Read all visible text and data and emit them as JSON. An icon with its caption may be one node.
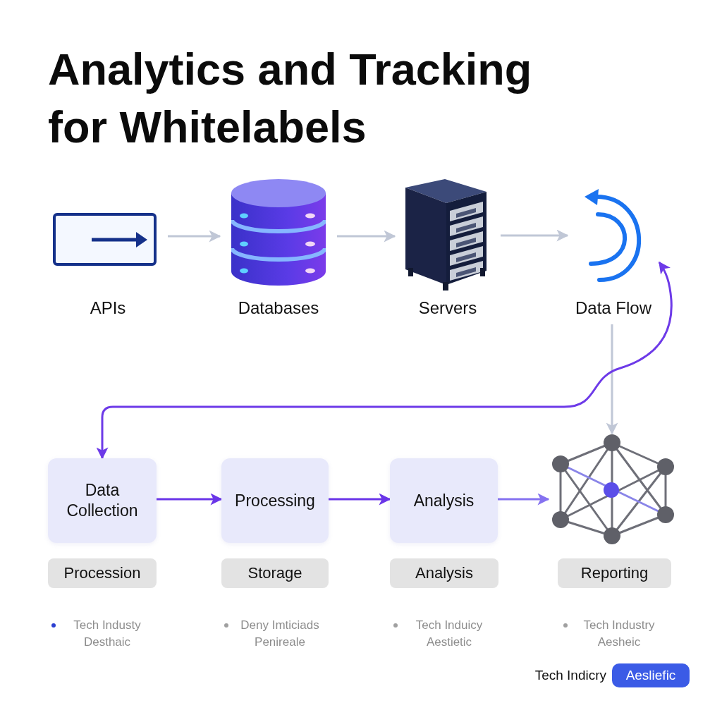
{
  "diagram": {
    "title": "Analytics and Tracking for Whitelabels",
    "nodes": [
      {
        "text": [
          "APIs"
        ]
      },
      {
        "text": [
          "Databases"
        ]
      },
      {
        "text": [
          "Servers"
        ]
      },
      {
        "text": [
          "Data Flow"
        ]
      },
      {
        "text": [
          "Data Collection"
        ]
      },
      {
        "text": [
          "Processing"
        ]
      },
      {
        "text": [
          "Analysis"
        ]
      },
      {
        "text": [],
        "shape": "picture"
      },
      {
        "text": [
          "Procession"
        ]
      },
      {
        "text": [
          "Storage"
        ]
      },
      {
        "text": [
          "Analysis"
        ]
      },
      {
        "text": [
          "Reporting"
        ]
      },
      {
        "text": [
          "Aesliefic"
        ],
        "beside": [
          "Tech Indicry"
        ]
      }
    ],
    "edges": [
      {
        "from": 0,
        "to": 1,
        "arrow": "to"
      },
      {
        "from": 1,
        "to": 2,
        "arrow": "to"
      },
      {
        "from": 2,
        "to": 3,
        "arrow": "to"
      },
      {
        "from": 3,
        "to": 7,
        "arrow": "to"
      },
      {
        "from": 4,
        "to": 3,
        "arrow": "both",
        "color": "#6d3ae8"
      },
      {
        "from": 4,
        "to": 5,
        "arrow": "to",
        "color": "#6a35e8"
      },
      {
        "from": 5,
        "to": 6,
        "arrow": "to",
        "color": "#6a35e8"
      },
      {
        "from": 6,
        "to": 7,
        "arrow": "to",
        "color": "#8572f0"
      }
    ],
    "labels": [
      "Tech Industy Desthaic",
      "Deny Imticiads Penireale",
      "Tech Induicy Aestietic",
      "Tech Industry Aesheic"
    ]
  }
}
